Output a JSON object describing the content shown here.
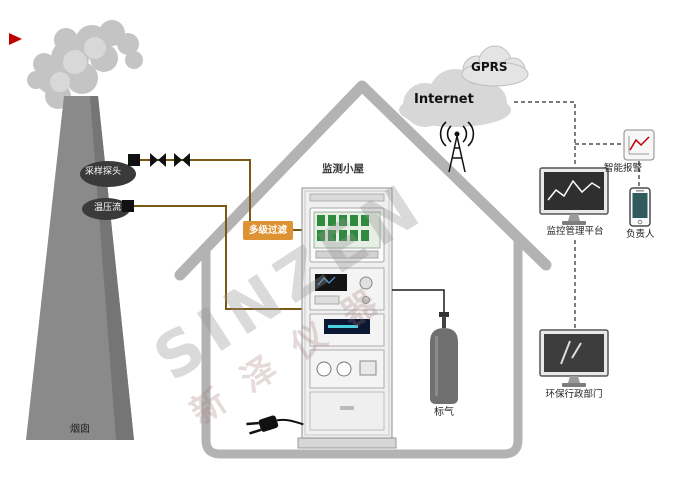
{
  "diagram": {
    "watermark": {
      "brand": "SINZEN",
      "brand_cn": "新泽仪器"
    },
    "source": {
      "chimney_label": "烟囱",
      "sampling_probe_label": "采样探头",
      "temp_pressure_flow_label": "温压流"
    },
    "pretreatment": {
      "filter_label": "多级过滤"
    },
    "cabin": {
      "cabin_label": "监测小屋",
      "standard_gas_label": "标气"
    },
    "network": {
      "internet_label": "Internet",
      "gprs_label": "GPRS"
    },
    "remote": {
      "platform_label": "监控管理平台",
      "alarm_label": "智能报警",
      "person_label": "负责人",
      "epa_label": "环保行政部门"
    },
    "colors": {
      "pipe_line": "#7a5a12",
      "filter_box_bg": "#dd9233",
      "house_outline": "#b3b3b3",
      "accent_red": "#c00000"
    }
  }
}
